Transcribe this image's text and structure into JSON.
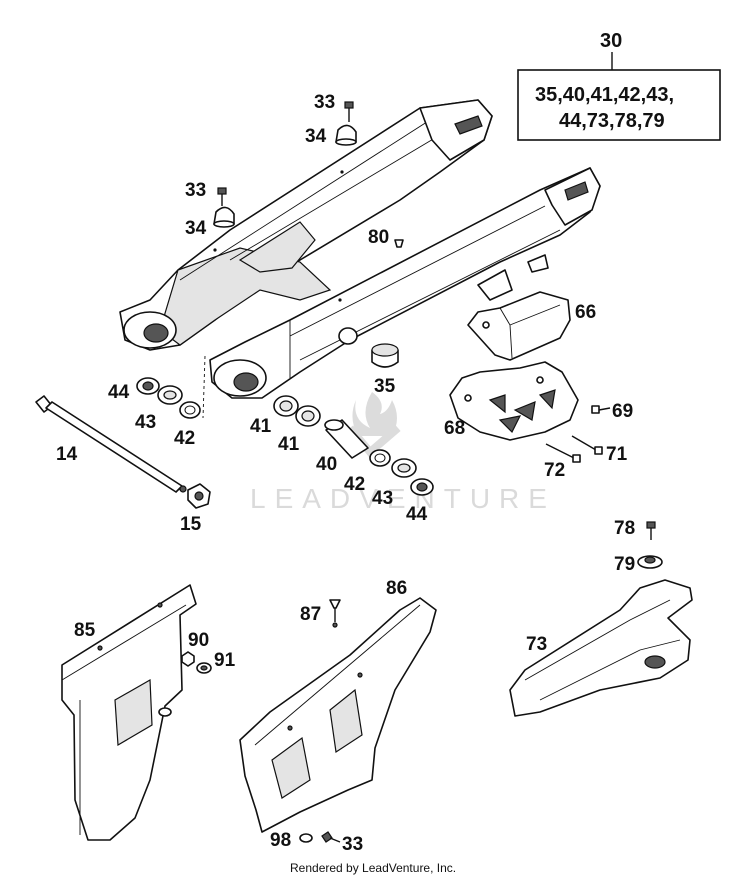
{
  "kit": {
    "number": "30",
    "contents_line1": "35,40,41,42,43,",
    "contents_line2": "44,73,78,79"
  },
  "callouts": {
    "c33_top": "33",
    "c34_top": "34",
    "c33_mid": "33",
    "c34_mid": "34",
    "c80": "80",
    "c66": "66",
    "c35": "35",
    "c44_left": "44",
    "c43_left": "43",
    "c42_left": "42",
    "c41_a": "41",
    "c41_b": "41",
    "c14": "14",
    "c68": "68",
    "c69": "69",
    "c71": "71",
    "c72": "72",
    "c40": "40",
    "c42_right": "42",
    "c43_right": "43",
    "c44_right": "44",
    "c15": "15",
    "c78": "78",
    "c79": "79",
    "c85": "85",
    "c86": "86",
    "c87": "87",
    "c90": "90",
    "c91": "91",
    "c73": "73",
    "c98": "98",
    "c33_bottom": "33"
  },
  "watermark": "LEADVENTURE",
  "footer": "Rendered by LeadVenture, Inc."
}
